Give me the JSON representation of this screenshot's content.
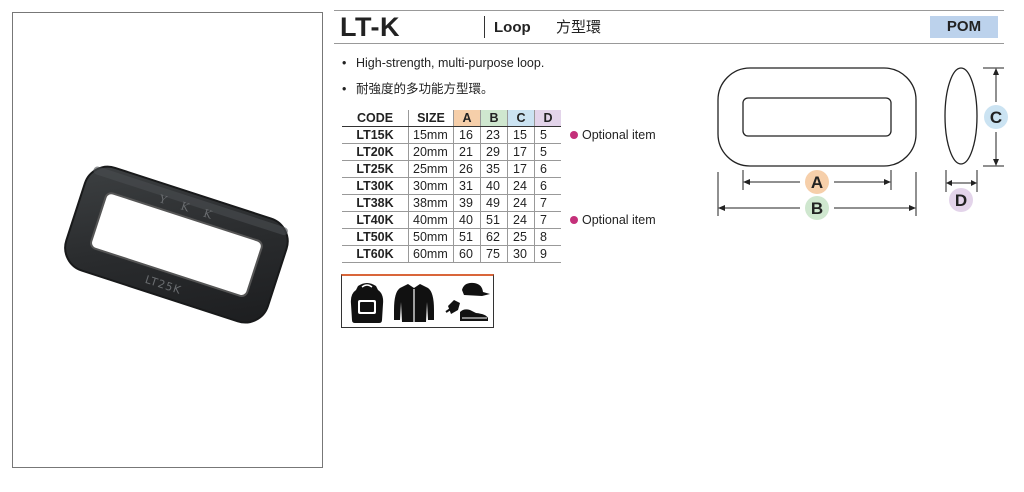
{
  "header": {
    "code": "LT-K",
    "name": "Loop",
    "name_cn": "方型環",
    "material": "POM"
  },
  "photo": {
    "engraving_top": "Y K K",
    "engraving_bottom": "LT25K"
  },
  "bullets": [
    "High-strength, multi-purpose loop.",
    "耐強度的多功能方型環。"
  ],
  "table": {
    "headers": [
      "CODE",
      "SIZE",
      "A",
      "B",
      "C",
      "D"
    ],
    "rows": [
      [
        "LT15K",
        "15mm",
        "16",
        "23",
        "15",
        "5"
      ],
      [
        "LT20K",
        "20mm",
        "21",
        "29",
        "17",
        "5"
      ],
      [
        "LT25K",
        "25mm",
        "26",
        "35",
        "17",
        "6"
      ],
      [
        "LT30K",
        "30mm",
        "31",
        "40",
        "24",
        "6"
      ],
      [
        "LT38K",
        "38mm",
        "39",
        "49",
        "24",
        "7"
      ],
      [
        "LT40K",
        "40mm",
        "40",
        "51",
        "24",
        "7"
      ],
      [
        "LT50K",
        "50mm",
        "51",
        "62",
        "25",
        "8"
      ],
      [
        "LT60K",
        "60mm",
        "60",
        "75",
        "30",
        "9"
      ]
    ]
  },
  "optional_notes": [
    {
      "row": 0,
      "text": "Optional item"
    },
    {
      "row": 5,
      "text": "Optional item"
    }
  ],
  "colors": {
    "a": "#f6cfaa",
    "b": "#cfe7cf",
    "c": "#cbe3f2",
    "d": "#e3d4ea",
    "material_bg": "#bcd2ec",
    "optional_dot": "#c4307a",
    "icon_rule": "#d9663a"
  },
  "usage_icons": [
    "backpack-icon",
    "jacket-icon",
    "cap-glove-shoe-icon"
  ],
  "diagram": {
    "label_a": "A",
    "label_b": "B",
    "label_c": "C",
    "label_d": "D"
  }
}
